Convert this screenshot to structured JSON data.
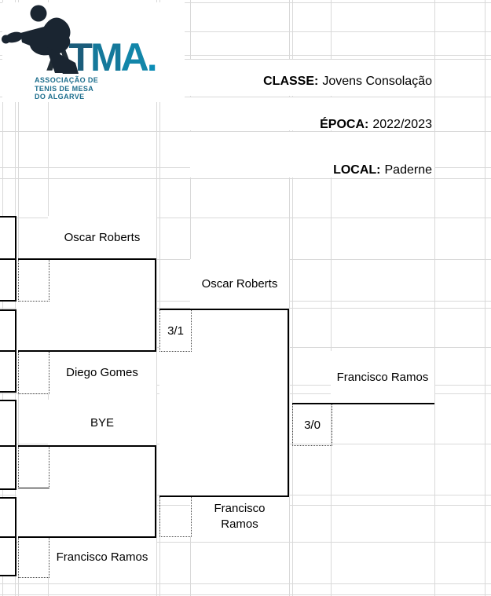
{
  "logo": {
    "letters": [
      "A",
      "T",
      "M",
      "A",
      "."
    ],
    "letter_colors": [
      "#222d36",
      "#1b5d7b",
      "#15799b",
      "#1286a9",
      "#0d8db6"
    ],
    "silhouette_color": "#1a2531",
    "org": [
      "ASSOCIAÇÃO DE",
      "TENIS DE MESA",
      "DO ALGARVE"
    ]
  },
  "header": {
    "classe_label": "CLASSE:",
    "classe_value": "Jovens Consolação",
    "epoca_label": "ÉPOCA:",
    "epoca_value": "2022/2023",
    "local_label": "LOCAL:",
    "local_value": "Paderne"
  },
  "bracket": {
    "semifinalists": [
      "Oscar Roberts",
      "Diego Gomes",
      "BYE",
      "Francisco Ramos"
    ],
    "finalists": [
      "Oscar Roberts",
      "Francisco Ramos"
    ],
    "champion": "Francisco Ramos",
    "scores": {
      "semifinal_top": "3/1",
      "final": "3/0"
    }
  },
  "colors": {
    "gridline": "#d9d9d9",
    "bracket_line": "#000000"
  }
}
